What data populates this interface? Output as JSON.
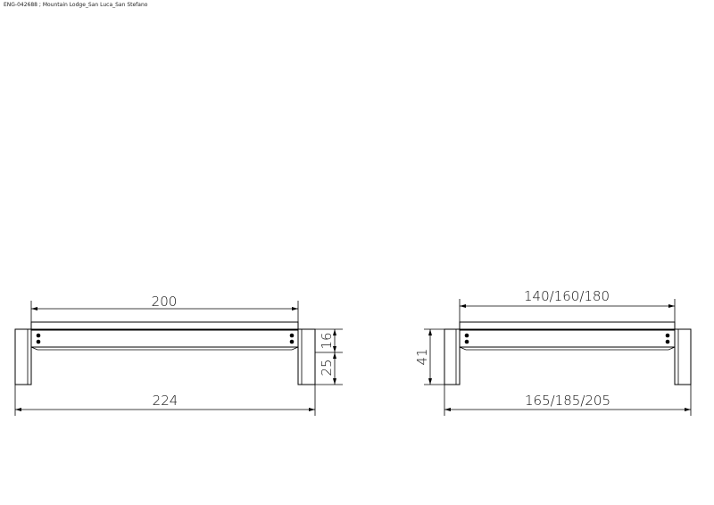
{
  "header": {
    "caption": "ENG-042688 ; Mountain Lodge_San Luca_San Stefano"
  },
  "left_view": {
    "dim_top": "200",
    "dim_bottom": "224",
    "dim_right_upper": "16",
    "dim_right_lower": "25"
  },
  "right_view": {
    "dim_top": "140/160/180",
    "dim_bottom": "165/185/205",
    "dim_left": "41"
  }
}
